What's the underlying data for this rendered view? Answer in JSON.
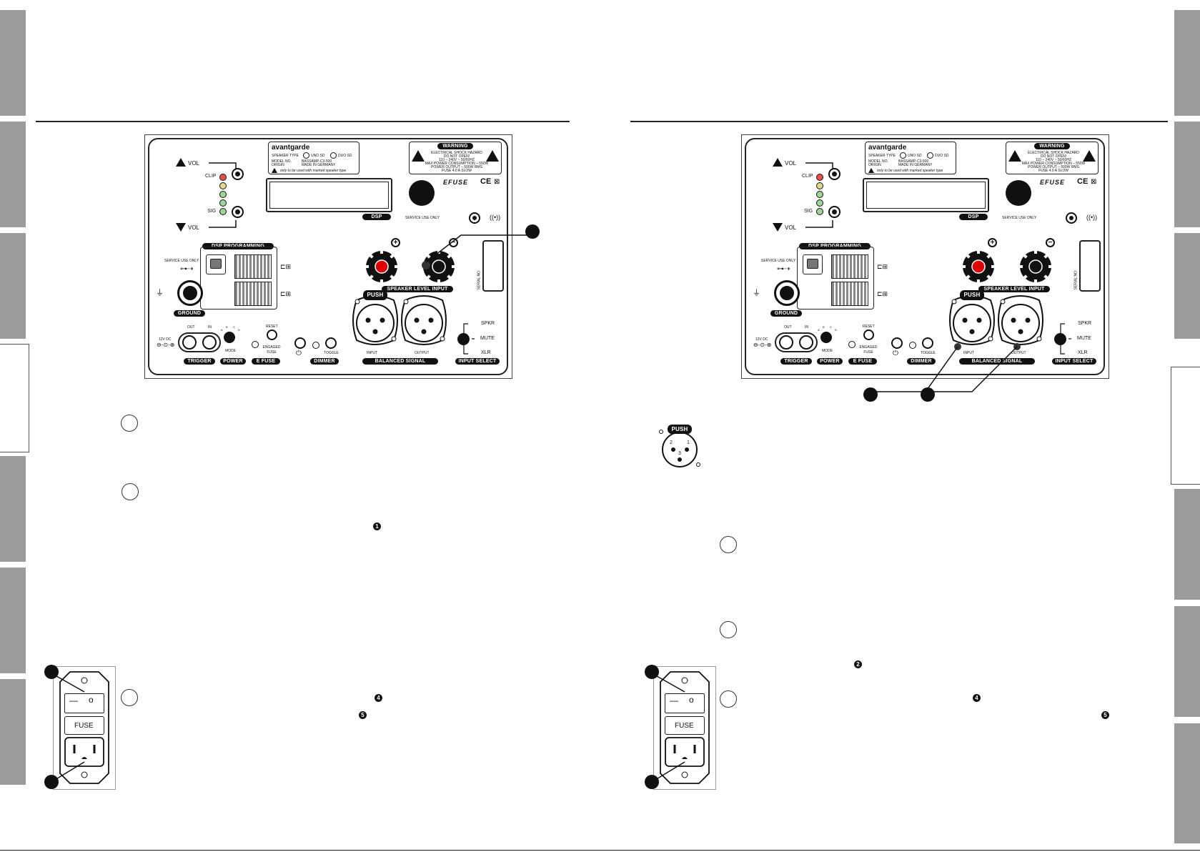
{
  "panel": {
    "brand": "avantgarde",
    "speaker_type_label": "SPEAKER TYPE",
    "uno_label": "UNO SD",
    "duo_label": "DUO SD",
    "model_label": "MODEL NO.",
    "model_value": "BASSAMP-C3-500",
    "origin_label": "ORIGIN",
    "origin_value": "MADE IN GERMANY",
    "marked_note": "only to be used with marked speaker type",
    "warning_title": "WARNING",
    "warning_lines": [
      "ELECTRICAL SHOCK HAZARD",
      "DO NOT OPEN!",
      "110 – 240V ~ 50/60HZ",
      "MAX POWER CONSUMPTION – 550W",
      "POWER OUTPUT – 500W RMS",
      "FUSE 4.0 A SLOW"
    ],
    "efuse": "EFUSE",
    "ce": "CE",
    "vol_up": "VOL",
    "vol_down": "VOL",
    "clip": "CLIP",
    "sig": "SIG",
    "dsp": "DSP",
    "service_use_only": "SERVICE USE ONLY",
    "dsp_programming": "DSP PROGRAMMING",
    "service_use_only_usb": "SERVICE USE ONLY",
    "ground": "GROUND",
    "speaker_level_input": "SPEAKER LEVEL INPUT",
    "serial_no": "SERIAL NO.",
    "push": "PUSH",
    "input": "INPUT",
    "output": "OUTPUT",
    "balanced_signal": "BALANCED SIGNAL",
    "spkr": "SPKR",
    "mute": "MUTE",
    "xlr": "XLR",
    "input_select": "INPUT SELECT",
    "dc": "12V DC",
    "out": "OUT",
    "in": "IN",
    "trigger": "TRIGGER",
    "mode": "MODE",
    "mode_a": "A",
    "mode_b": "B",
    "mode_c": "C",
    "mode_d": "D",
    "power": "POWER",
    "reset": "RESET",
    "engaged_fuse": "ENGAGED FUSE",
    "e_fuse": "E FUSE",
    "toggle": "TOGGLE",
    "dimmer": "DIMMER",
    "plus": "+",
    "minus": "−"
  },
  "xlr_detail": {
    "push": "PUSH",
    "pin1": "1",
    "pin2": "2",
    "pin3": "3"
  },
  "fuse_module": {
    "switch_off": "—",
    "switch_on": "o",
    "fuse": "FUSE"
  },
  "inline_refs": {
    "one": "1",
    "two": "2",
    "four": "4",
    "five": "5"
  },
  "colors": {
    "tab_gray": "#9b9b9b",
    "led_red": "#e45050",
    "led_yellow": "#e6d68a",
    "led_green": "#9fd49a",
    "terminal_red": "#e00000"
  }
}
